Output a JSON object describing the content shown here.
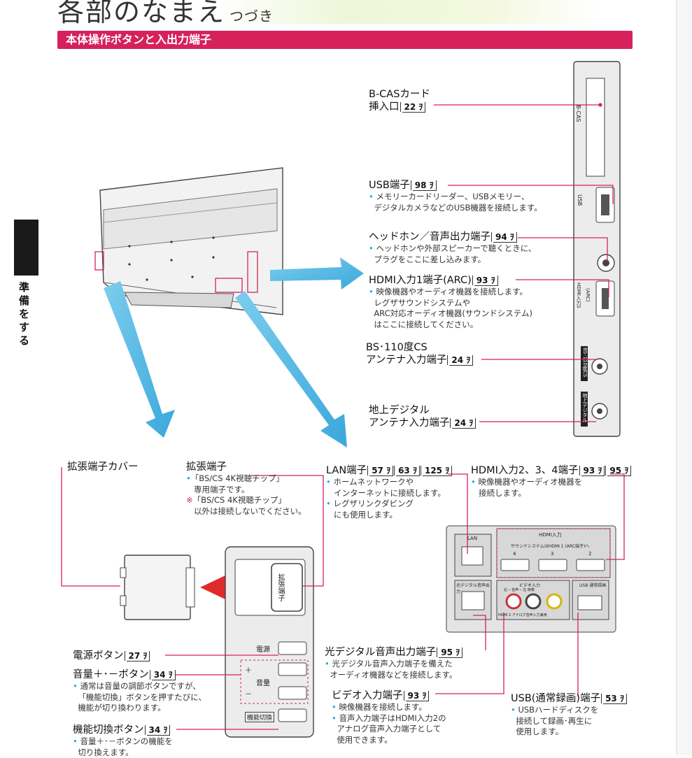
{
  "page": {
    "title": "各部のなまえ",
    "title_sub": "つづき",
    "section_heading": "本体操作ボタンと入出力端子",
    "side_tab": "準備をする"
  },
  "labels": {
    "bcas": {
      "line1": "B-CASカード",
      "line2": "挿入口",
      "ref": "22"
    },
    "usb": {
      "title": "USB端子",
      "ref": "98",
      "d1": "メモリーカードリーダー、USBメモリー、",
      "d2": "デジタルカメラなどのUSB機器を接続します。"
    },
    "headphone": {
      "title": "ヘッドホン／音声出力端子",
      "ref": "94",
      "d1": "ヘッドホンや外部スピーカーで聴くときに、",
      "d2": "プラグをここに差し込みます。"
    },
    "hdmi1": {
      "title": "HDMI入力1端子(ARC)",
      "ref": "93",
      "d1": "映像機器やオーディオ機器を接続します。",
      "d2": "レグザサウンドシステムや",
      "d3": "ARC対応オーディオ機器(サウンドシステム)",
      "d4": "はここに接続してください。"
    },
    "bs": {
      "line1": "BS･110度CS",
      "line2": "アンテナ入力端子",
      "ref": "24"
    },
    "terrestrial": {
      "line1": "地上デジタル",
      "line2": "アンテナ入力端子",
      "ref": "24"
    },
    "ext_cover": {
      "title": "拡張端子カバー"
    },
    "ext_port": {
      "title": "拡張端子",
      "d1": "「BS/CS 4K視聴チップ」",
      "d2": "専用端子です。",
      "n1": "「BS/CS 4K視聴チップ」",
      "n2": "以外は接続しないでください。"
    },
    "lan": {
      "title": "LAN端子",
      "refs": [
        "57",
        "63",
        "125"
      ],
      "d1": "ホームネットワークや",
      "d2": "インターネットに接続します。",
      "d3": "レグザリンクダビング",
      "d4": "にも使用します。"
    },
    "hdmi234": {
      "title": "HDMI入力2、3、4端子",
      "refs": [
        "93",
        "95"
      ],
      "d1": "映像機器やオーディオ機器を",
      "d2": "接続します。"
    },
    "power": {
      "title": "電源ボタン",
      "ref": "27"
    },
    "volume": {
      "title": "音量＋･－ボタン",
      "ref": "34",
      "d1": "通常は音量の調節ボタンですが、",
      "d2": "「機能切換」ボタンを押すたびに、",
      "d3": "機能が切り換わります。"
    },
    "func": {
      "title": "機能切換ボタン",
      "ref": "34",
      "d1": "音量＋･－ボタンの機能を",
      "d2": "切り換えます。"
    },
    "optical": {
      "title": "光デジタル音声出力端子",
      "ref": "95",
      "d1": "光デジタル音声入力端子を備えた",
      "d2": "オーディオ機器などを接続します。"
    },
    "video": {
      "title": "ビデオ入力端子",
      "ref": "93",
      "d1": "映像機器を接続します。",
      "d2": "音声入力端子はHDMI入力2の",
      "d3": "アナログ音声入力端子として",
      "d4": "使用できます。"
    },
    "usbrec": {
      "title": "USB(通常録画)端子",
      "ref": "53",
      "d1": "USBハードディスクを",
      "d2": "接続して録画･再生に",
      "d3": "使用します。"
    }
  },
  "panel_text": {
    "bcas_label": "B-CAS",
    "usb_side": "USB",
    "hdmi_side": "HDMI入力1",
    "arc": "(ARC)",
    "bs_side": "BS･110度CS",
    "terr_side": "地上デジタル",
    "lan": "LAN",
    "hdmi_in": "HDMI入力",
    "hdmi_note": "サウンドシステムはHDMI 1 (ARC端子)へ",
    "hdmi_nums": [
      "4",
      "3",
      "2"
    ],
    "optical_box": "光デジタル音声出力",
    "video_box": "ビデオ入力",
    "video_sub": "右 ─ 音声 ─ 左   映像",
    "video_note": "HDMI 2 アナログ音声入力兼用",
    "usb_rec_box": "USB 通常録画",
    "ext_box": "拡張端子",
    "btn_power": "電源",
    "btn_volume": "音量",
    "btn_func": "機能切換"
  },
  "colors": {
    "accent": "#d6215c",
    "arrow": "#4bb6e0",
    "red_arrow": "#e02a2a",
    "bullet": "#2aa4d8"
  }
}
